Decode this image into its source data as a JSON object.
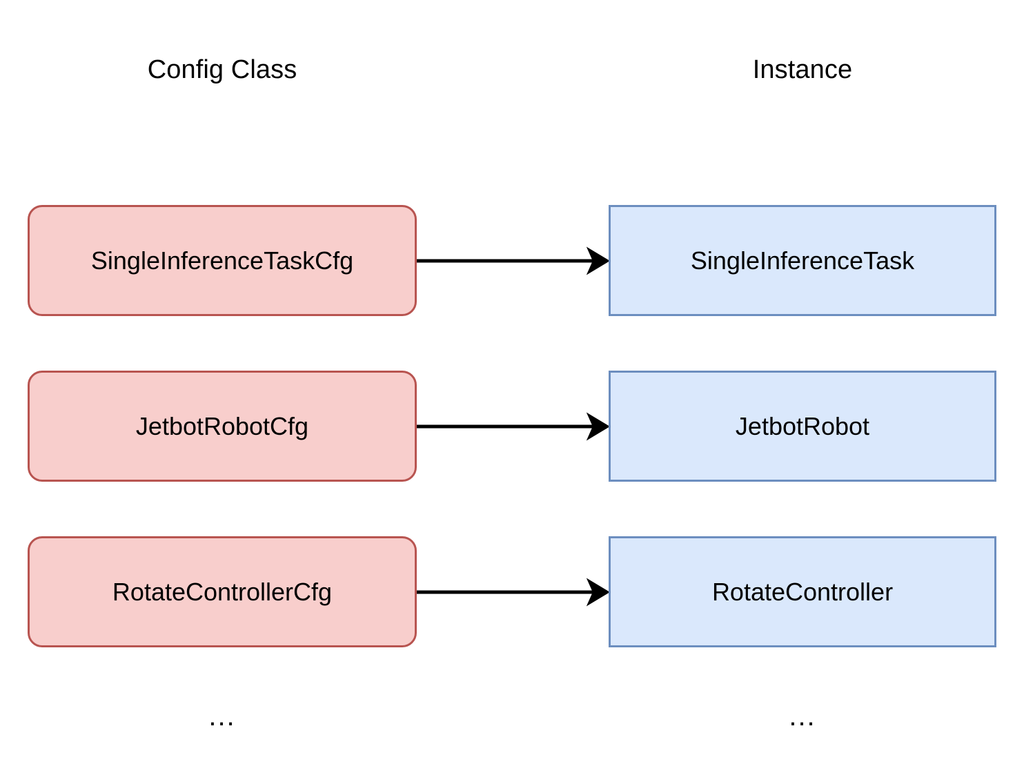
{
  "diagram": {
    "type": "mapping-diagram",
    "background_color": "#ffffff",
    "columns": [
      {
        "id": "config-class",
        "title": "Config Class"
      },
      {
        "id": "instance",
        "title": "Instance"
      }
    ],
    "styles": {
      "config_fill": "#f8cecc",
      "config_stroke": "#b85450",
      "instance_fill": "#dae8fc",
      "instance_stroke": "#6c8ebf",
      "arrow_color": "#000000",
      "text_color": "#000000"
    },
    "rows": [
      {
        "config_label": "SingleInferenceTaskCfg",
        "instance_label": "SingleInferenceTask",
        "arrow": "right-arrow"
      },
      {
        "config_label": "JetbotRobotCfg",
        "instance_label": "JetbotRobot",
        "arrow": "right-arrow"
      },
      {
        "config_label": "RotateControllerCfg",
        "instance_label": "RotateController",
        "arrow": "right-arrow"
      }
    ],
    "continuation": {
      "config_ellipsis": "...",
      "instance_ellipsis": "..."
    }
  }
}
